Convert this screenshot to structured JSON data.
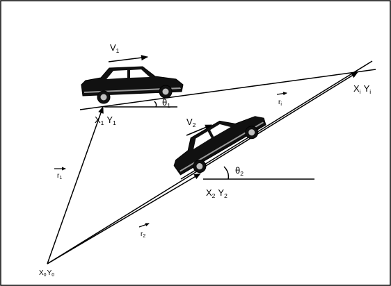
{
  "diagram": {
    "labels": {
      "v1": "V",
      "v1_sub": "1",
      "v2": "V",
      "v2_sub": "2",
      "p1_x": "X",
      "p1_x_sub": "1",
      "p1_y": "Y",
      "p1_y_sub": "1",
      "p2_x": "X",
      "p2_x_sub": "2",
      "p2_y": "Y",
      "p2_y_sub": "2",
      "pi_x": "X",
      "pi_x_sub": "i",
      "pi_y": "Y",
      "pi_y_sub": "i",
      "p0_x": "X",
      "p0_x_sub": "0",
      "p0_y": "Y",
      "p0_y_sub": "0",
      "theta1": "θ",
      "theta1_sub": "1",
      "theta2": "θ",
      "theta2_sub": "2",
      "r1": "r",
      "r1_sub": "1",
      "r2": "r",
      "r2_sub": "2",
      "ri": "r",
      "ri_sub": "i"
    },
    "colors": {
      "line": "#000000",
      "car_body": "#111111",
      "car_window": "#ffffff",
      "car_stripe": "#9a9a9a",
      "wheel_hub": "#bfbfbf"
    }
  }
}
